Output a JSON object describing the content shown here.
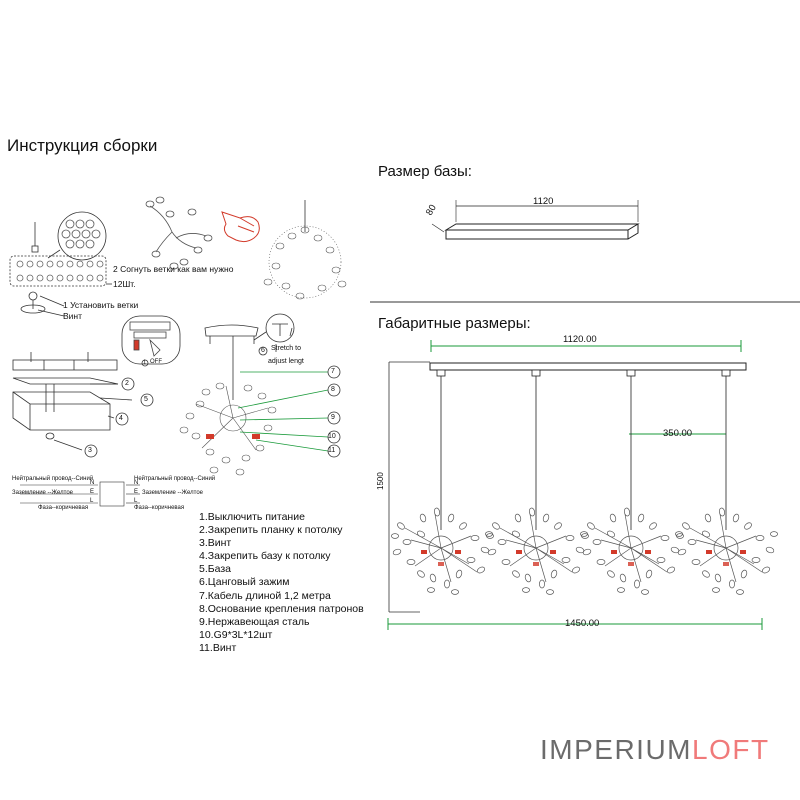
{
  "titles": {
    "assembly": "Инструкция сборки",
    "base_size": "Размер базы:",
    "overall": "Габаритные размеры:"
  },
  "assembly_labels": {
    "step2": "2 Согнуть ветки как вам нужно",
    "count": "12Шт.",
    "step1": "1 Установить ветки",
    "screw": "Винт",
    "off": "OFF",
    "stretch": "Stretch to",
    "adjust": "adjust lengt"
  },
  "callouts": [
    "2",
    "5",
    "4",
    "3",
    "7",
    "8",
    "9",
    "10",
    "11",
    "6",
    "1"
  ],
  "wiring": {
    "neutral": "Нейтральный провод--Синий",
    "ground": "Заземление --Желтое",
    "phase": "Фаза--коричневая",
    "n": "N",
    "e": "E",
    "l": "L"
  },
  "parts_list": [
    "1.Выключить питание",
    "2.Закрепить планку к потолку",
    "3.Винт",
    "4.Закрепить базу к потолку",
    "5.База",
    "6.Цанговый зажим",
    "7.Кабель длиной 1,2 метра",
    "8.Основание крепления патронов",
    "9.Нержавеющая сталь",
    "10.G9*3L*12шт",
    "11.Винт"
  ],
  "base_dims": {
    "length": "1120",
    "width": "80"
  },
  "overall_dims": {
    "top": "1120.00",
    "spacing": "350.00",
    "height": "1500",
    "bottom": "1450.00"
  },
  "logo": {
    "part1": "IMPERIUM",
    "part2": "LOFT"
  },
  "colors": {
    "dim_green": "#1a9a3a",
    "accent_red": "#d23a2a",
    "logo_gray": "#6b6b6b",
    "logo_pink": "#f07a7a"
  }
}
